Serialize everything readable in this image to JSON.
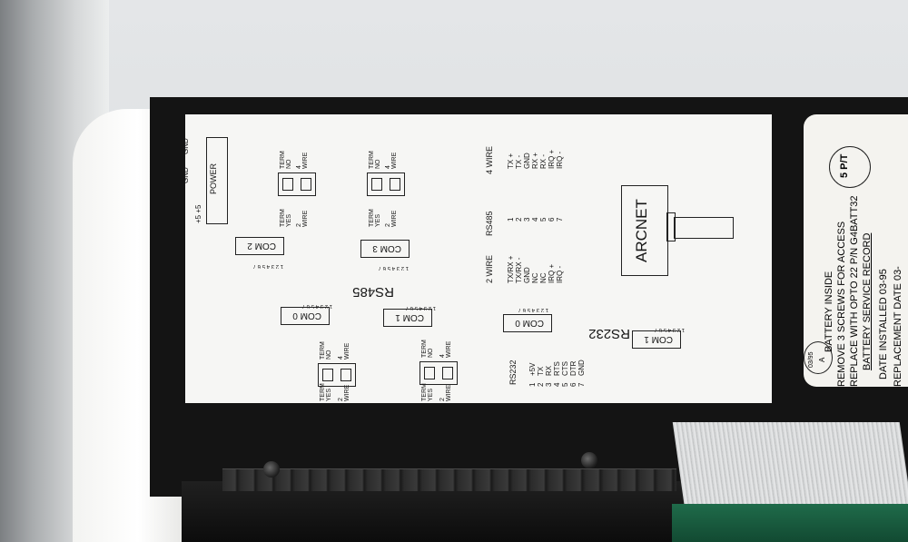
{
  "label": {
    "power": {
      "title": "POWER",
      "pins": [
        "+5 +5",
        "GND",
        "GND"
      ]
    },
    "rs485_title": "RS485",
    "rs232_title": "RS232",
    "ports": [
      "COM 2",
      "COM 3",
      "COM 0",
      "COM 1",
      "COM 0",
      "COM 1"
    ],
    "pin_numbers": "1 2 3 4 5 6 7",
    "term": {
      "no": "TERM\nNO",
      "yes": "TERM\nYES",
      "four_wire": "4\nWIRE",
      "two_wire": "2\nWIRE"
    },
    "rs485_table": {
      "header_2wire": "2 WIRE",
      "header_rs485": "RS485",
      "header_4wire": "4 WIRE",
      "rows": [
        {
          "two": "TX/RX +",
          "pin": "1",
          "four": "TX +"
        },
        {
          "two": "TX/RX -",
          "pin": "2",
          "four": "TX -"
        },
        {
          "two": "GND",
          "pin": "3",
          "four": "GND"
        },
        {
          "two": "NC",
          "pin": "4",
          "four": "RX +"
        },
        {
          "two": "NC",
          "pin": "5",
          "four": "RX -"
        },
        {
          "two": "IRQ +",
          "pin": "6",
          "four": "IRQ +"
        },
        {
          "two": "IRQ -",
          "pin": "7",
          "four": "IRQ -"
        }
      ]
    },
    "rs232_table": {
      "header": "RS232",
      "rows": [
        {
          "pin": "1",
          "sig": "+5V"
        },
        {
          "pin": "2",
          "sig": "TX"
        },
        {
          "pin": "3",
          "sig": "RX"
        },
        {
          "pin": "4",
          "sig": "RTS"
        },
        {
          "pin": "5",
          "sig": "CTS"
        },
        {
          "pin": "6",
          "sig": "DTR"
        },
        {
          "pin": "7",
          "sig": "GND"
        }
      ]
    },
    "arcnet": "ARCNET"
  },
  "sticker": {
    "logo": "5 P/T",
    "date_stamp": "03/95",
    "stamp_letter": "A",
    "lines": [
      "BATTERY INSIDE",
      "REMOVE 3 SCREWS FOR ACCESS",
      "REPLACE WITH OPTO 22 P/N G4BATT32",
      "BATTERY SERVICE RECORD",
      "DATE INSTALLED  03-95",
      "REPLACEMENT DATE  03-"
    ]
  }
}
